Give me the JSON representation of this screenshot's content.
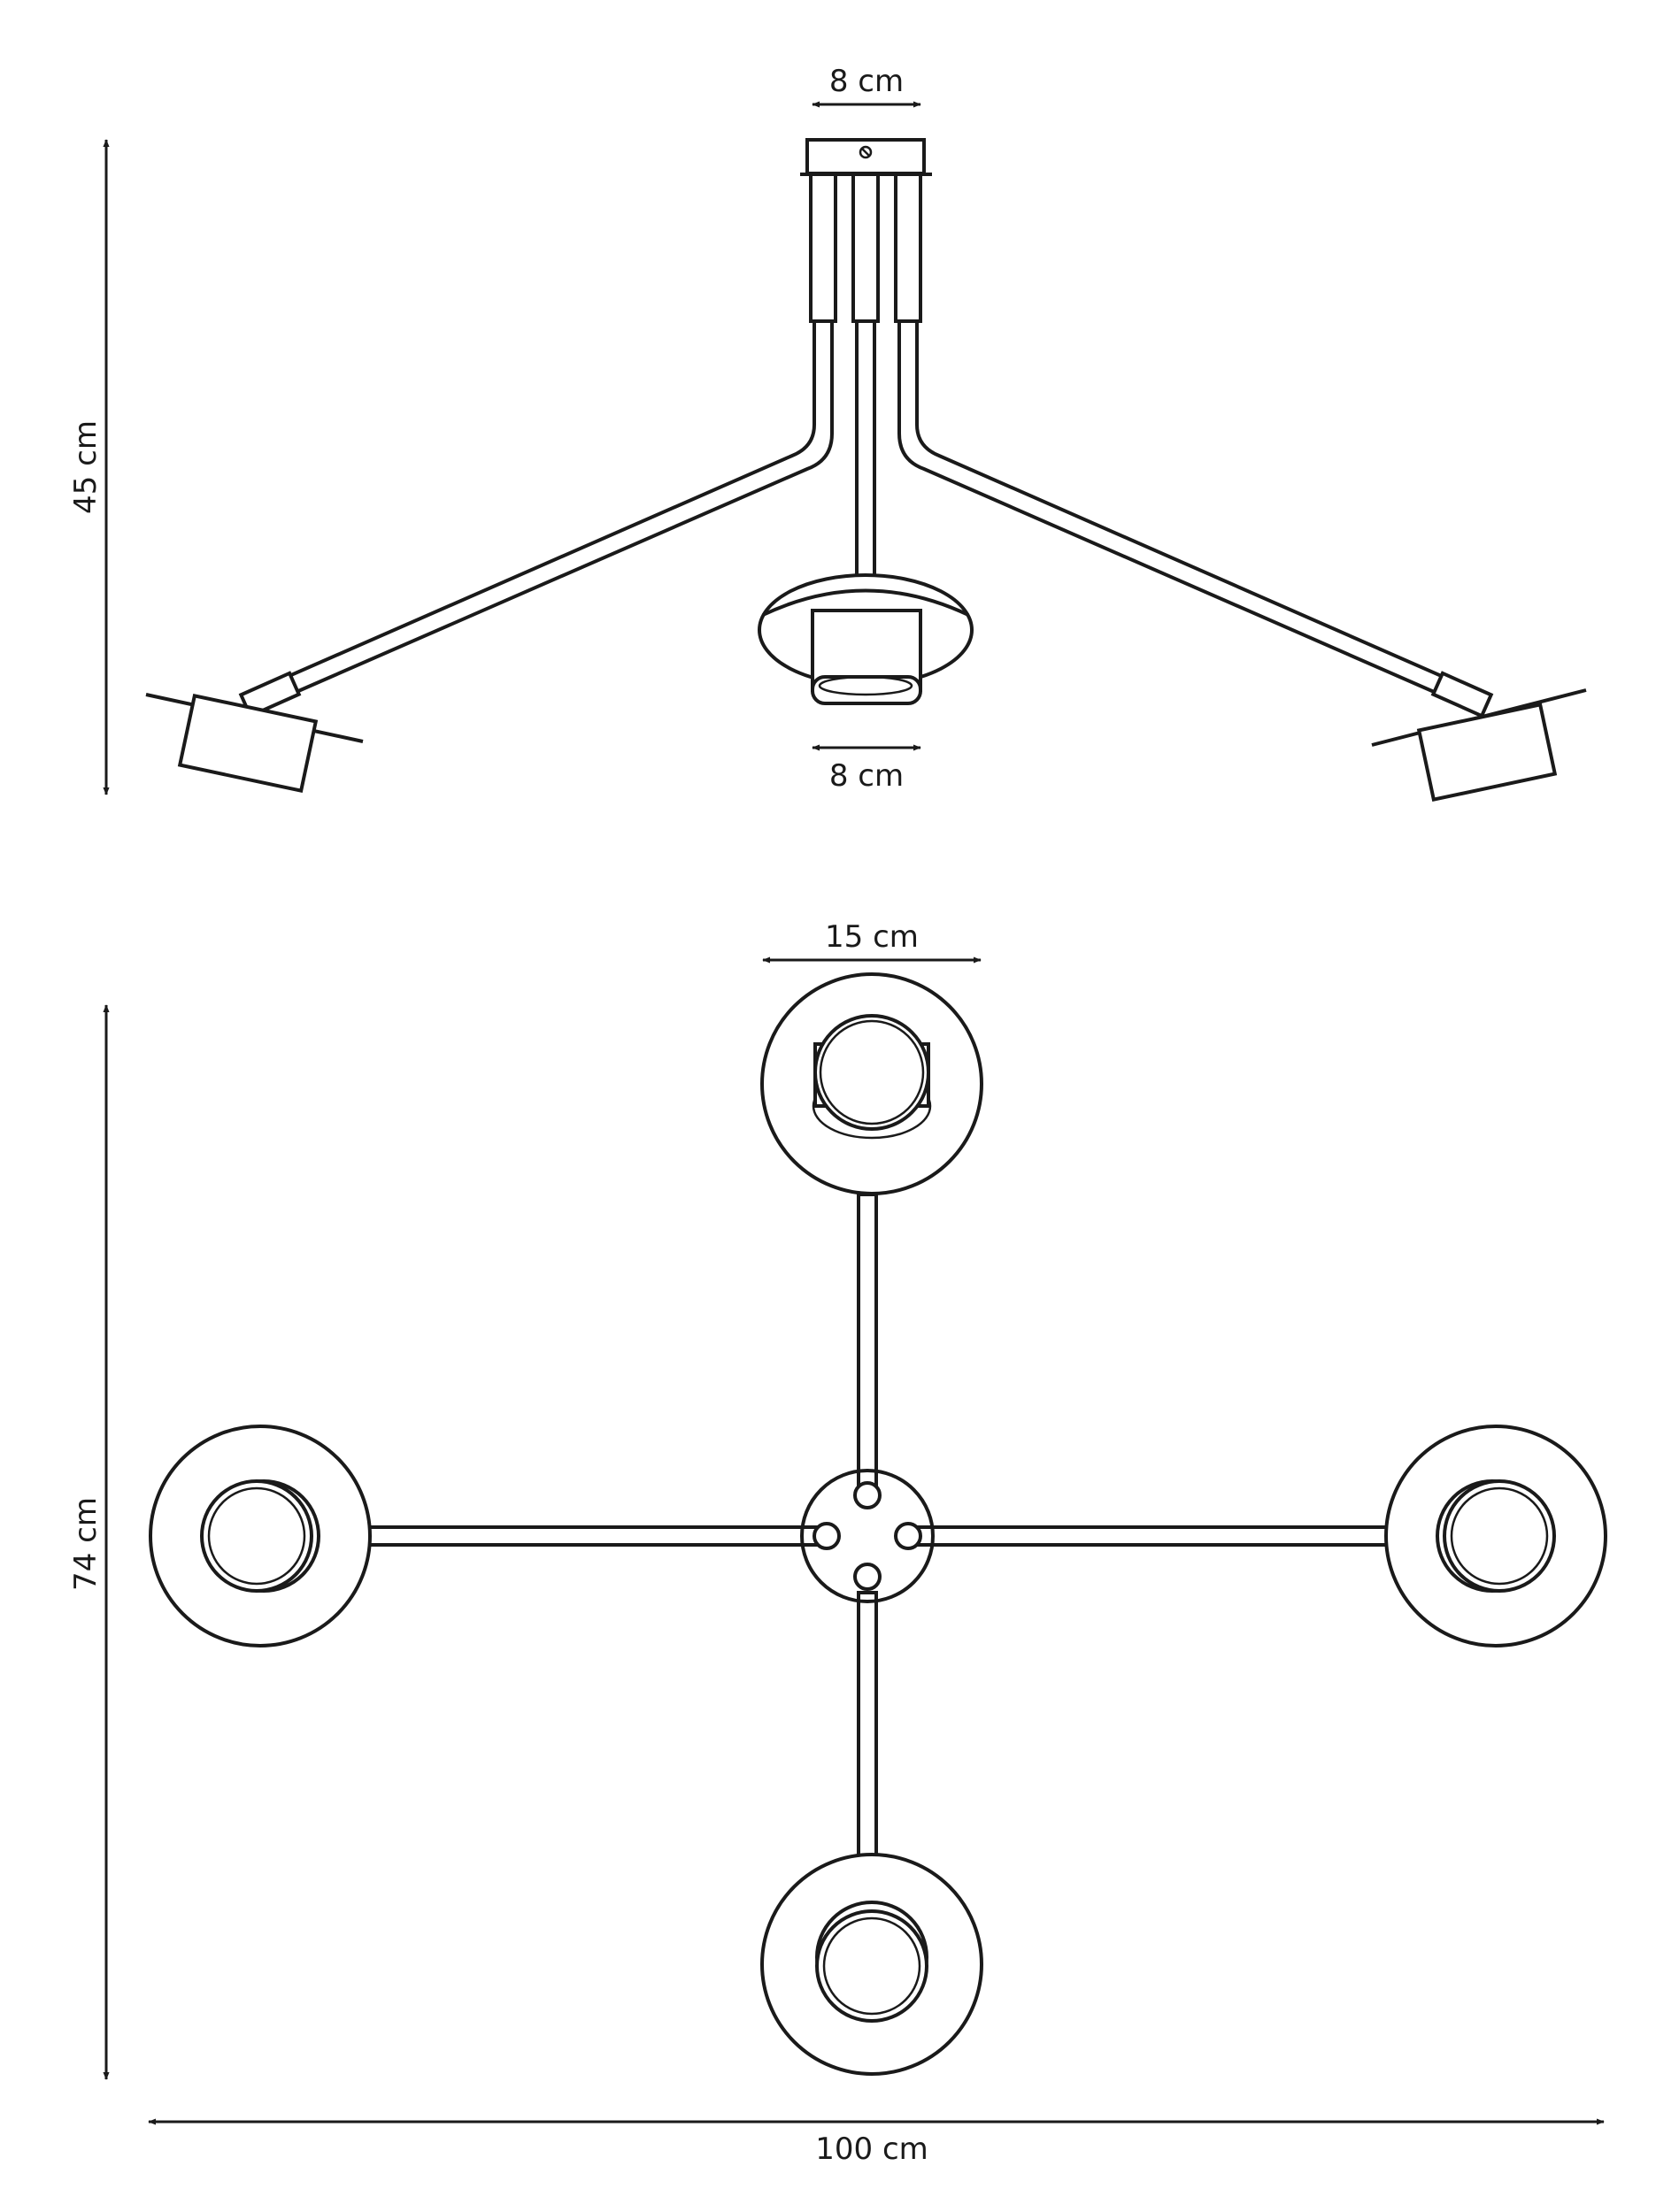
{
  "dimensions": {
    "top_width": "8 cm",
    "side_height": "45 cm",
    "shade_width": "8 cm",
    "plan_shade_diameter": "15 cm",
    "plan_height": "74 cm",
    "plan_width": "100 cm"
  }
}
